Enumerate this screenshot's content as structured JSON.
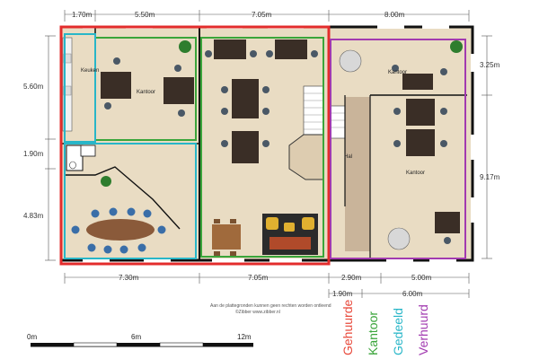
{
  "dimensions": {
    "top": [
      "1.70m",
      "5.50m",
      "7.05m",
      "8.00m"
    ],
    "bottom": [
      "7.30m",
      "7.05m",
      "2.90m",
      "5.00m"
    ],
    "bottom2": [
      "1.90m",
      "6.00m"
    ],
    "left": [
      "5.60m",
      "1.90m",
      "4.83m"
    ],
    "right": [
      "3.25m",
      "9.17m"
    ]
  },
  "rooms": {
    "keuken": "Keuken",
    "kantoor_left": "Kantoor",
    "kantoor_right_top": "Kantoor",
    "hal": "Hal",
    "kantoor_right": "Kantoor"
  },
  "note": {
    "line1": "Aan de plattegronden kunnen geen rechten worden ontleend",
    "line2": "©Zibber www.zibber.nl"
  },
  "legend": [
    {
      "label": "Gehuurde",
      "color": "#e8483a"
    },
    {
      "label": "Kantoor",
      "color": "#3aa53a"
    },
    {
      "label": "Gedeeld",
      "color": "#28b6c8"
    },
    {
      "label": "Verhuurd",
      "color": "#a23ab0"
    }
  ],
  "scale": {
    "labels": [
      "0m",
      "6m",
      "12m"
    ]
  },
  "colors": {
    "floor": "#e9dcc3",
    "hall": "#c9b49a",
    "wall": "#111111",
    "red": "#e32c2c",
    "green": "#3aa53a",
    "cyan": "#28b6c8",
    "purple": "#a23ab0"
  }
}
